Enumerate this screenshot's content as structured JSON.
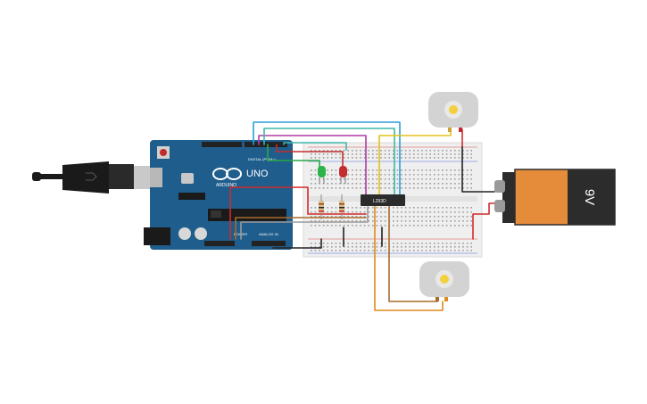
{
  "canvas": {
    "background": "#ffffff"
  },
  "arduino": {
    "brand": "ARDUINO",
    "model": "UNO",
    "label_digital": "DIGITAL (PWM~)",
    "label_power": "POWER",
    "label_analog": "ANALOG IN",
    "board_color": "#1f5d8c",
    "header_color": "#222222"
  },
  "usb_cable": {
    "color": "#1a1a1a",
    "plug_color": "#c9c9c9"
  },
  "breadboard": {
    "color": "#efefef",
    "rail_red": "#e04a4a",
    "rail_blue": "#4a6fe0"
  },
  "chip": {
    "label": "L293D",
    "color": "#2b2b2b"
  },
  "battery": {
    "label": "9V",
    "body_color": "#e58c3a",
    "cap_color": "#2c2c2c"
  },
  "leds": [
    {
      "name": "green-led",
      "color": "#2db34a"
    },
    {
      "name": "red-led",
      "color": "#c42d2d"
    }
  ],
  "motors": [
    {
      "name": "motor-top",
      "shaft_color": "#f4d03f"
    },
    {
      "name": "motor-bottom",
      "shaft_color": "#f4d03f"
    }
  ],
  "wire_colors": {
    "blue": "#2a9fd6",
    "purple": "#b03aa8",
    "teal": "#3fb7a8",
    "green": "#2aa845",
    "red": "#d22b2b",
    "yellow": "#e0c21c",
    "orange": "#e08a1c",
    "brown": "#a86b2a",
    "black": "#222222",
    "gray": "#9a9a9a"
  }
}
